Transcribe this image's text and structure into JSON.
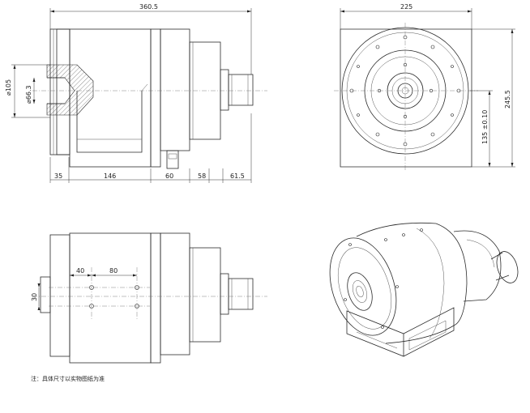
{
  "dimensions": {
    "overall_length": "360.5",
    "width": "225",
    "height": "245.5",
    "center_height": "135 ±0.10",
    "bore_outer_dia": "⌀105",
    "bore_inner_dia": "⌀66.3",
    "seg_35": "35",
    "seg_146": "146",
    "seg_60": "60",
    "seg_58": "58",
    "seg_61_5": "61.5",
    "hole_offset_40": "40",
    "hole_pitch_80": "80",
    "hole_spacing_30": "30"
  },
  "note": "注：具体尺寸以实物图纸为准",
  "colors": {
    "line": "#2a2a2a",
    "background": "#ffffff"
  }
}
